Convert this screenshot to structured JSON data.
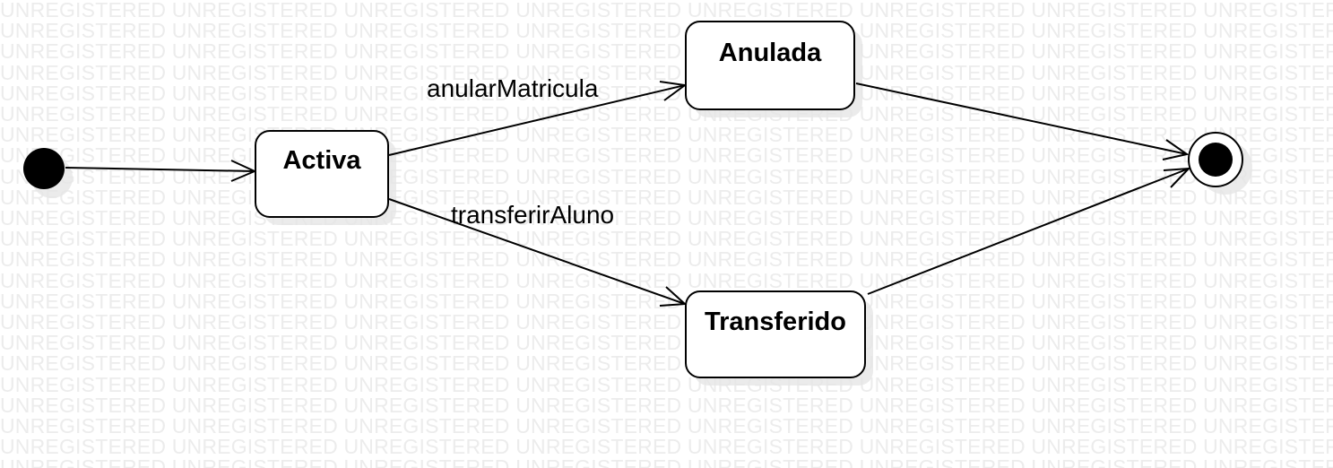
{
  "watermark": {
    "text": "UNREGISTERED"
  },
  "diagram": {
    "states": [
      {
        "id": "activa",
        "label": "Activa"
      },
      {
        "id": "anulada",
        "label": "Anulada"
      },
      {
        "id": "transferido",
        "label": "Transferido"
      }
    ],
    "transitions": [
      {
        "from": "initial",
        "to": "activa",
        "label": ""
      },
      {
        "from": "activa",
        "to": "anulada",
        "label": "anularMatricula"
      },
      {
        "from": "activa",
        "to": "transferido",
        "label": "transferirAluno"
      },
      {
        "from": "anulada",
        "to": "final",
        "label": ""
      },
      {
        "from": "transferido",
        "to": "final",
        "label": ""
      }
    ]
  },
  "colors": {
    "stroke": "#000000",
    "fill": "#ffffff",
    "watermark": "#ececec"
  }
}
